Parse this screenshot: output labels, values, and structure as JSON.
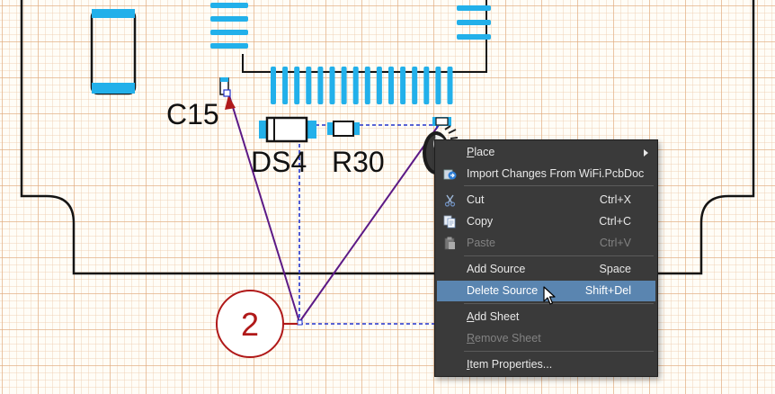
{
  "pcb": {
    "designators": {
      "c15": "C15",
      "ds4": "DS4",
      "r30": "R30"
    },
    "step_marker": "2"
  },
  "context_menu": {
    "items": [
      {
        "label": "Place",
        "accel": "P",
        "rest": "lace",
        "submenu": true
      },
      {
        "label": "Import Changes From WiFi.PcbDoc",
        "icon": "import-changes-icon"
      },
      {
        "label": "Cut",
        "shortcut": "Ctrl+X",
        "icon": "scissors-icon"
      },
      {
        "label": "Copy",
        "shortcut": "Ctrl+C",
        "icon": "copy-icon"
      },
      {
        "label": "Paste",
        "shortcut": "Ctrl+V",
        "icon": "paste-icon",
        "disabled": true
      },
      {
        "label": "Add Source",
        "shortcut": "Space"
      },
      {
        "label": "Delete Source",
        "shortcut": "Shift+Del",
        "highlighted": true
      },
      {
        "label": "Add Sheet",
        "accel": "A",
        "rest": "dd Sheet"
      },
      {
        "label": "Remove Sheet",
        "accel": "R",
        "rest": "emove Sheet",
        "disabled": true
      },
      {
        "label": "Item Properties...",
        "accel": "I",
        "rest": "tem Properties..."
      }
    ]
  },
  "colors": {
    "pad": "#22b0ea",
    "board_outline": "#141414",
    "connection_line": "#2233cc",
    "ratsnest": "#5c1a86",
    "marker": "#b01919",
    "menu_bg": "#3a3a3a",
    "menu_highlight": "#5a85b0"
  }
}
